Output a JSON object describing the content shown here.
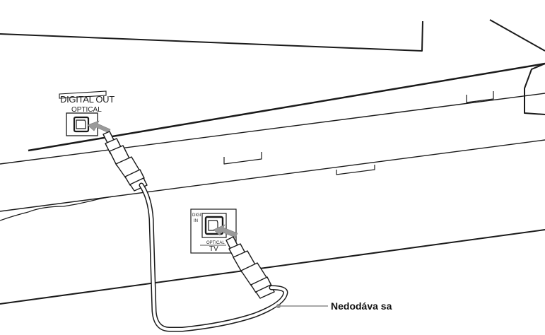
{
  "source_port": {
    "title": "DIGITAL OUT",
    "subtitle": "OPTICAL"
  },
  "target_port": {
    "label_top_1": "DIGITAL",
    "label_top_2": "IN",
    "label_bottom_1": "OPTICAL",
    "label_bottom_2": "TV"
  },
  "callout": {
    "text": "Nedodáva sa"
  },
  "colors": {
    "line": "#1a1a1a",
    "arrow": "#9a9a9a",
    "callout_line": "#8c8c8c"
  }
}
